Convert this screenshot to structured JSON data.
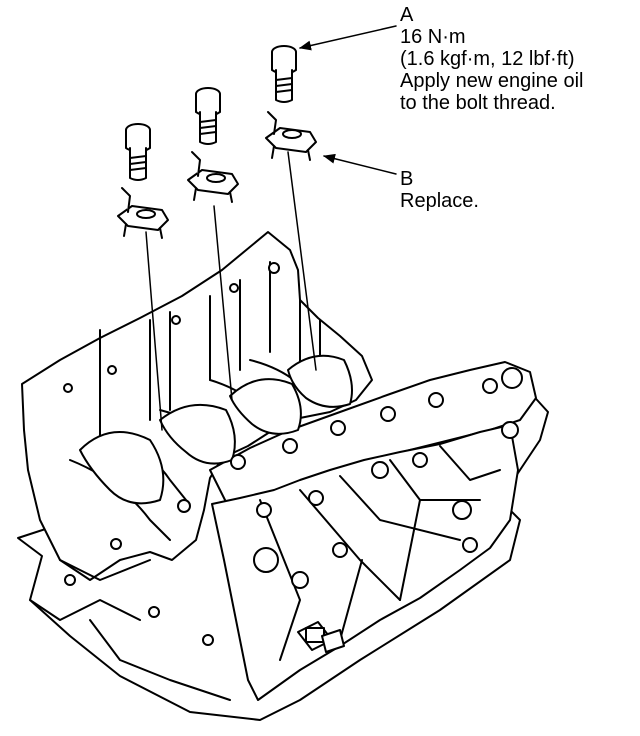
{
  "callouts": {
    "a": {
      "letter": "A",
      "torque": "16 N·m",
      "torque_alt": "(1.6 kgf·m, 12 lbf·ft)",
      "note_line1": "Apply new engine oil",
      "note_line2": "to the bolt thread."
    },
    "b": {
      "letter": "B",
      "note": "Replace."
    }
  },
  "colors": {
    "line": "#000000",
    "fill": "#ffffff"
  }
}
